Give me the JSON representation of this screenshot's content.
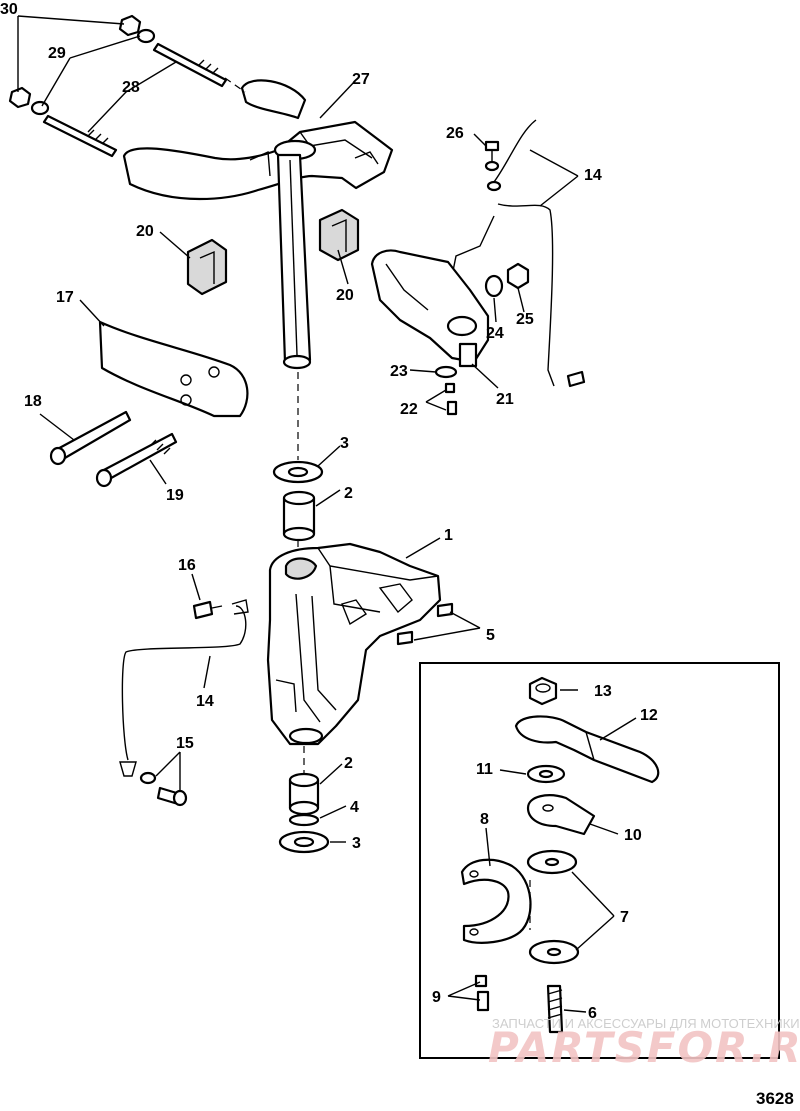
{
  "figure_number": "3628",
  "callouts": [
    {
      "id": "c30",
      "label": "30"
    },
    {
      "id": "c29",
      "label": "29"
    },
    {
      "id": "c28",
      "label": "28"
    },
    {
      "id": "c27",
      "label": "27"
    },
    {
      "id": "c26",
      "label": "26"
    },
    {
      "id": "c14a",
      "label": "14"
    },
    {
      "id": "c20a",
      "label": "20"
    },
    {
      "id": "c20b",
      "label": "20"
    },
    {
      "id": "c17",
      "label": "17"
    },
    {
      "id": "c24",
      "label": "24"
    },
    {
      "id": "c25",
      "label": "25"
    },
    {
      "id": "c23",
      "label": "23"
    },
    {
      "id": "c21",
      "label": "21"
    },
    {
      "id": "c22",
      "label": "22"
    },
    {
      "id": "c18",
      "label": "18"
    },
    {
      "id": "c19",
      "label": "19"
    },
    {
      "id": "c3a",
      "label": "3"
    },
    {
      "id": "c2a",
      "label": "2"
    },
    {
      "id": "c1",
      "label": "1"
    },
    {
      "id": "c16",
      "label": "16"
    },
    {
      "id": "c5",
      "label": "5"
    },
    {
      "id": "c14b",
      "label": "14"
    },
    {
      "id": "c15",
      "label": "15"
    },
    {
      "id": "c2b",
      "label": "2"
    },
    {
      "id": "c4",
      "label": "4"
    },
    {
      "id": "c3b",
      "label": "3"
    },
    {
      "id": "c13",
      "label": "13"
    },
    {
      "id": "c12",
      "label": "12"
    },
    {
      "id": "c11",
      "label": "11"
    },
    {
      "id": "c10",
      "label": "10"
    },
    {
      "id": "c8",
      "label": "8"
    },
    {
      "id": "c7",
      "label": "7"
    },
    {
      "id": "c9",
      "label": "9"
    },
    {
      "id": "c6",
      "label": "6"
    }
  ],
  "watermark": {
    "tagline": "ЗАПЧАСТИ И АКСЕССУАРЫ ДЛЯ МОТОТЕХНИКИ",
    "logo": "PARTSFOR.RU",
    "color": "#e8a0a0"
  }
}
